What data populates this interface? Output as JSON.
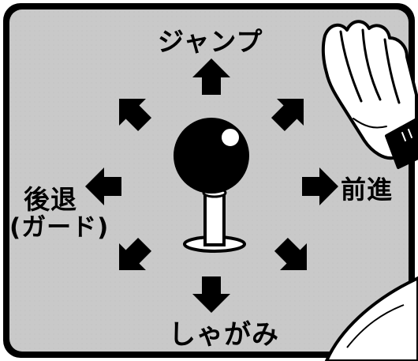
{
  "labels": {
    "up": "ジャンプ",
    "down": "しゃがみ",
    "forward": "前進",
    "back": "後退",
    "guard": "(ガード)"
  },
  "colors": {
    "panel": "#c9c9c9",
    "ink": "#000000",
    "paper": "#ffffff"
  },
  "icons": [
    "joystick-icon",
    "arrow-icon",
    "hand-icon"
  ]
}
